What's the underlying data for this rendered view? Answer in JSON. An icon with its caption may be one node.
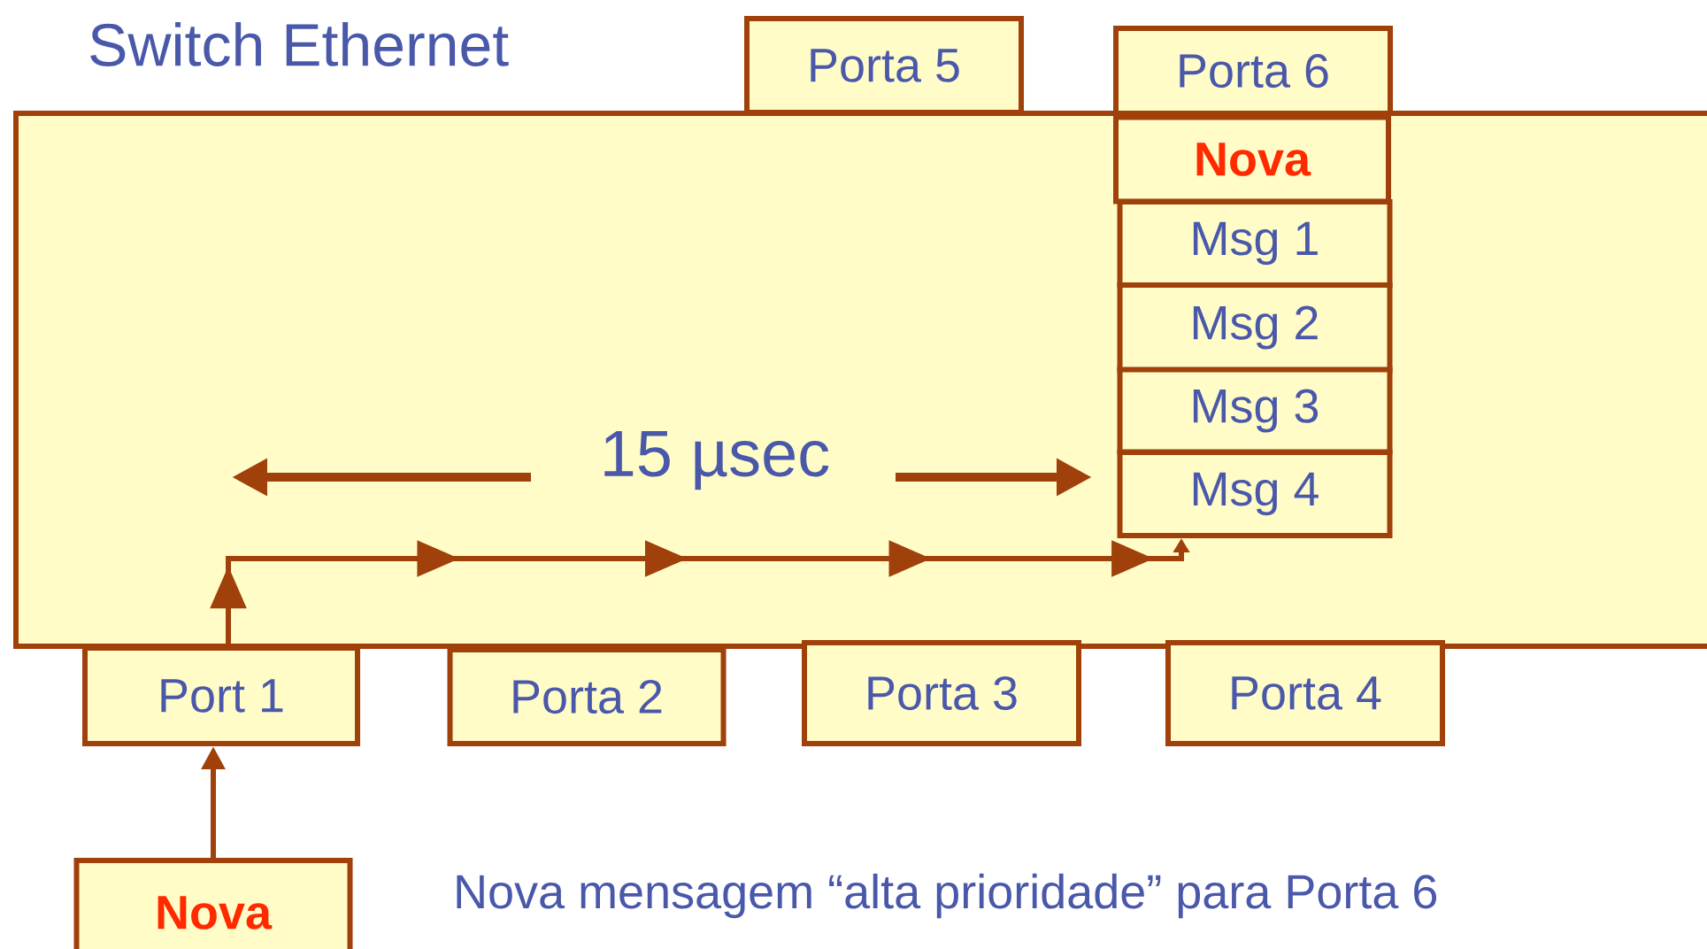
{
  "diagram": {
    "nodes": [
      {
        "text": [
          "Switch Ethernet"
        ]
      },
      {
        "text": [
          "Porta 5"
        ]
      },
      {
        "text": [
          "Porta 6"
        ]
      },
      {
        "text": [
          "Nova"
        ],
        "in": 0
      },
      {
        "text": [
          "Msg 1"
        ],
        "in": 0
      },
      {
        "text": [
          "Msg 2"
        ],
        "in": 0
      },
      {
        "text": [
          "Msg 3"
        ],
        "in": 0
      },
      {
        "text": [
          "Msg 4"
        ],
        "in": 0
      },
      {
        "text": [
          "Port 1"
        ]
      },
      {
        "text": [
          "Porta 2"
        ]
      },
      {
        "text": [
          "Porta 3"
        ]
      },
      {
        "text": [
          "Porta 4"
        ]
      },
      {
        "text": [
          "Nova"
        ]
      }
    ],
    "edges": [
      {
        "from": 12,
        "to": 8,
        "arrow": "to"
      },
      {
        "from": 8,
        "to": 7,
        "arrow": "to"
      }
    ],
    "labels": [
      "15 µsec",
      "Nova mensagem “alta prioridade” para Porta 6"
    ]
  }
}
